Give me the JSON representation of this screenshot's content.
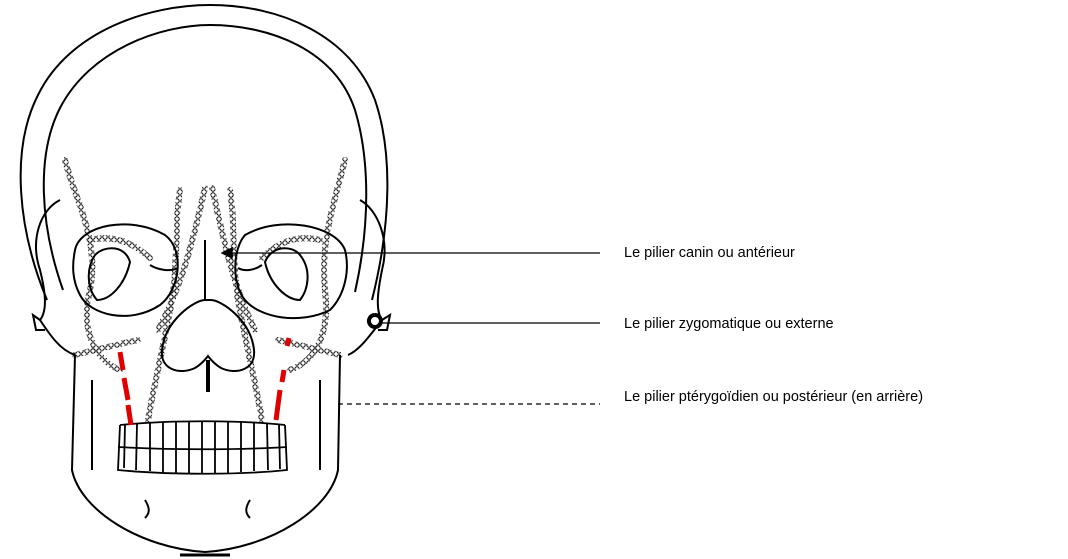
{
  "colors": {
    "outline": "#000000",
    "highlight": "#e00000",
    "background": "#ffffff"
  },
  "labels": [
    {
      "id": "canin",
      "text": "Le pilier canin ou antérieur"
    },
    {
      "id": "zygo",
      "text": "Le pilier zygomatique ou externe"
    },
    {
      "id": "ptery",
      "text": "Le pilier ptérygoïdien ou postérieur (en arrière)"
    }
  ]
}
